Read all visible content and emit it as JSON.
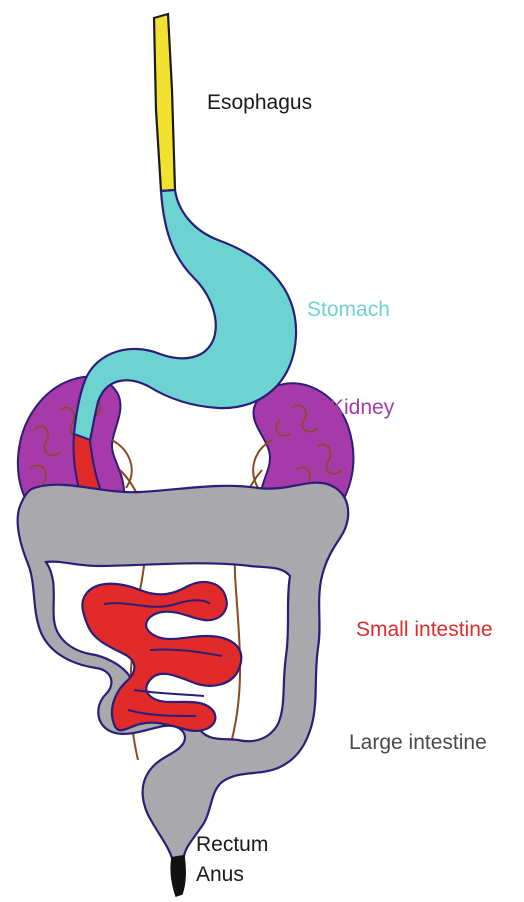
{
  "labels": {
    "esophagus": "Esophagus",
    "stomach": "Stomach",
    "kidney": "Kidney",
    "small_intestine": "Small intestine",
    "large_intestine": "Large intestine",
    "rectum": "Rectum",
    "anus": "Anus"
  },
  "colors": {
    "esophagus": "#f2e12e",
    "stomach": "#6dd3d1",
    "kidney": "#a63aa8",
    "kidney_detail": "#8a4a1f",
    "small_intestine": "#e12a2a",
    "large_intestine": "#a8a8ad",
    "outline": "#2b1e78",
    "anus": "#111111",
    "label_default": "#1a1a1a"
  }
}
